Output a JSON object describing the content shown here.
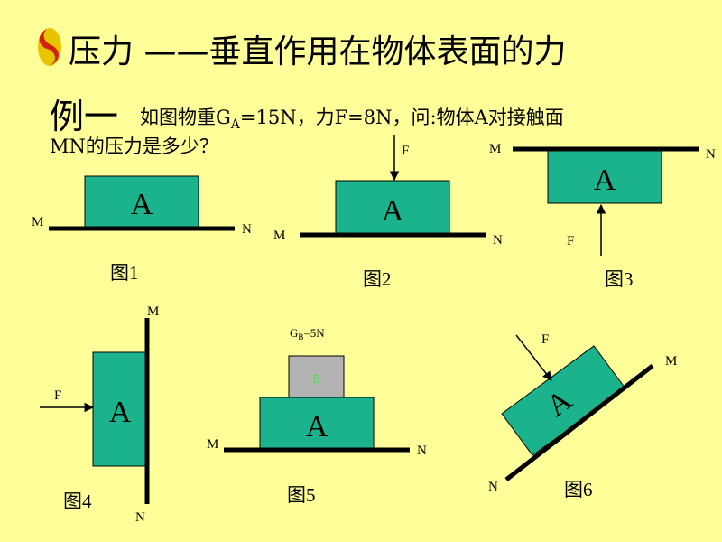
{
  "title": "压力 ——垂直作用在物体表面的力",
  "example_label": "例一",
  "question": {
    "part1_pre": "如图物重G",
    "part1_sub": "A",
    "part1_post": "=15N，力F=8N，问:物体A对接触面",
    "part2": "MN的压力是多少？"
  },
  "colors": {
    "background": "#ffff99",
    "block_a": "#1ab38c",
    "block_b": "#b3b3b3",
    "b_text": "#5cd65c"
  },
  "figures": {
    "fig1": {
      "block": "A",
      "m": "M",
      "n": "N",
      "caption": "图1"
    },
    "fig2": {
      "block": "A",
      "force": "F",
      "m": "M",
      "n": "N",
      "caption": "图2"
    },
    "fig3": {
      "block": "A",
      "force": "F",
      "m": "M",
      "n": "N",
      "caption": "图3"
    },
    "fig4": {
      "block": "A",
      "force": "F",
      "m": "M",
      "n": "N",
      "caption": "图4"
    },
    "fig5": {
      "block_a": "A",
      "block_b": "B",
      "weight_pre": "G",
      "weight_sub": "B",
      "weight_post": "=5N",
      "m": "M",
      "n": "N",
      "caption": "图5"
    },
    "fig6": {
      "block": "A",
      "force": "F",
      "m": "M",
      "n": "N",
      "caption": "图6"
    }
  }
}
